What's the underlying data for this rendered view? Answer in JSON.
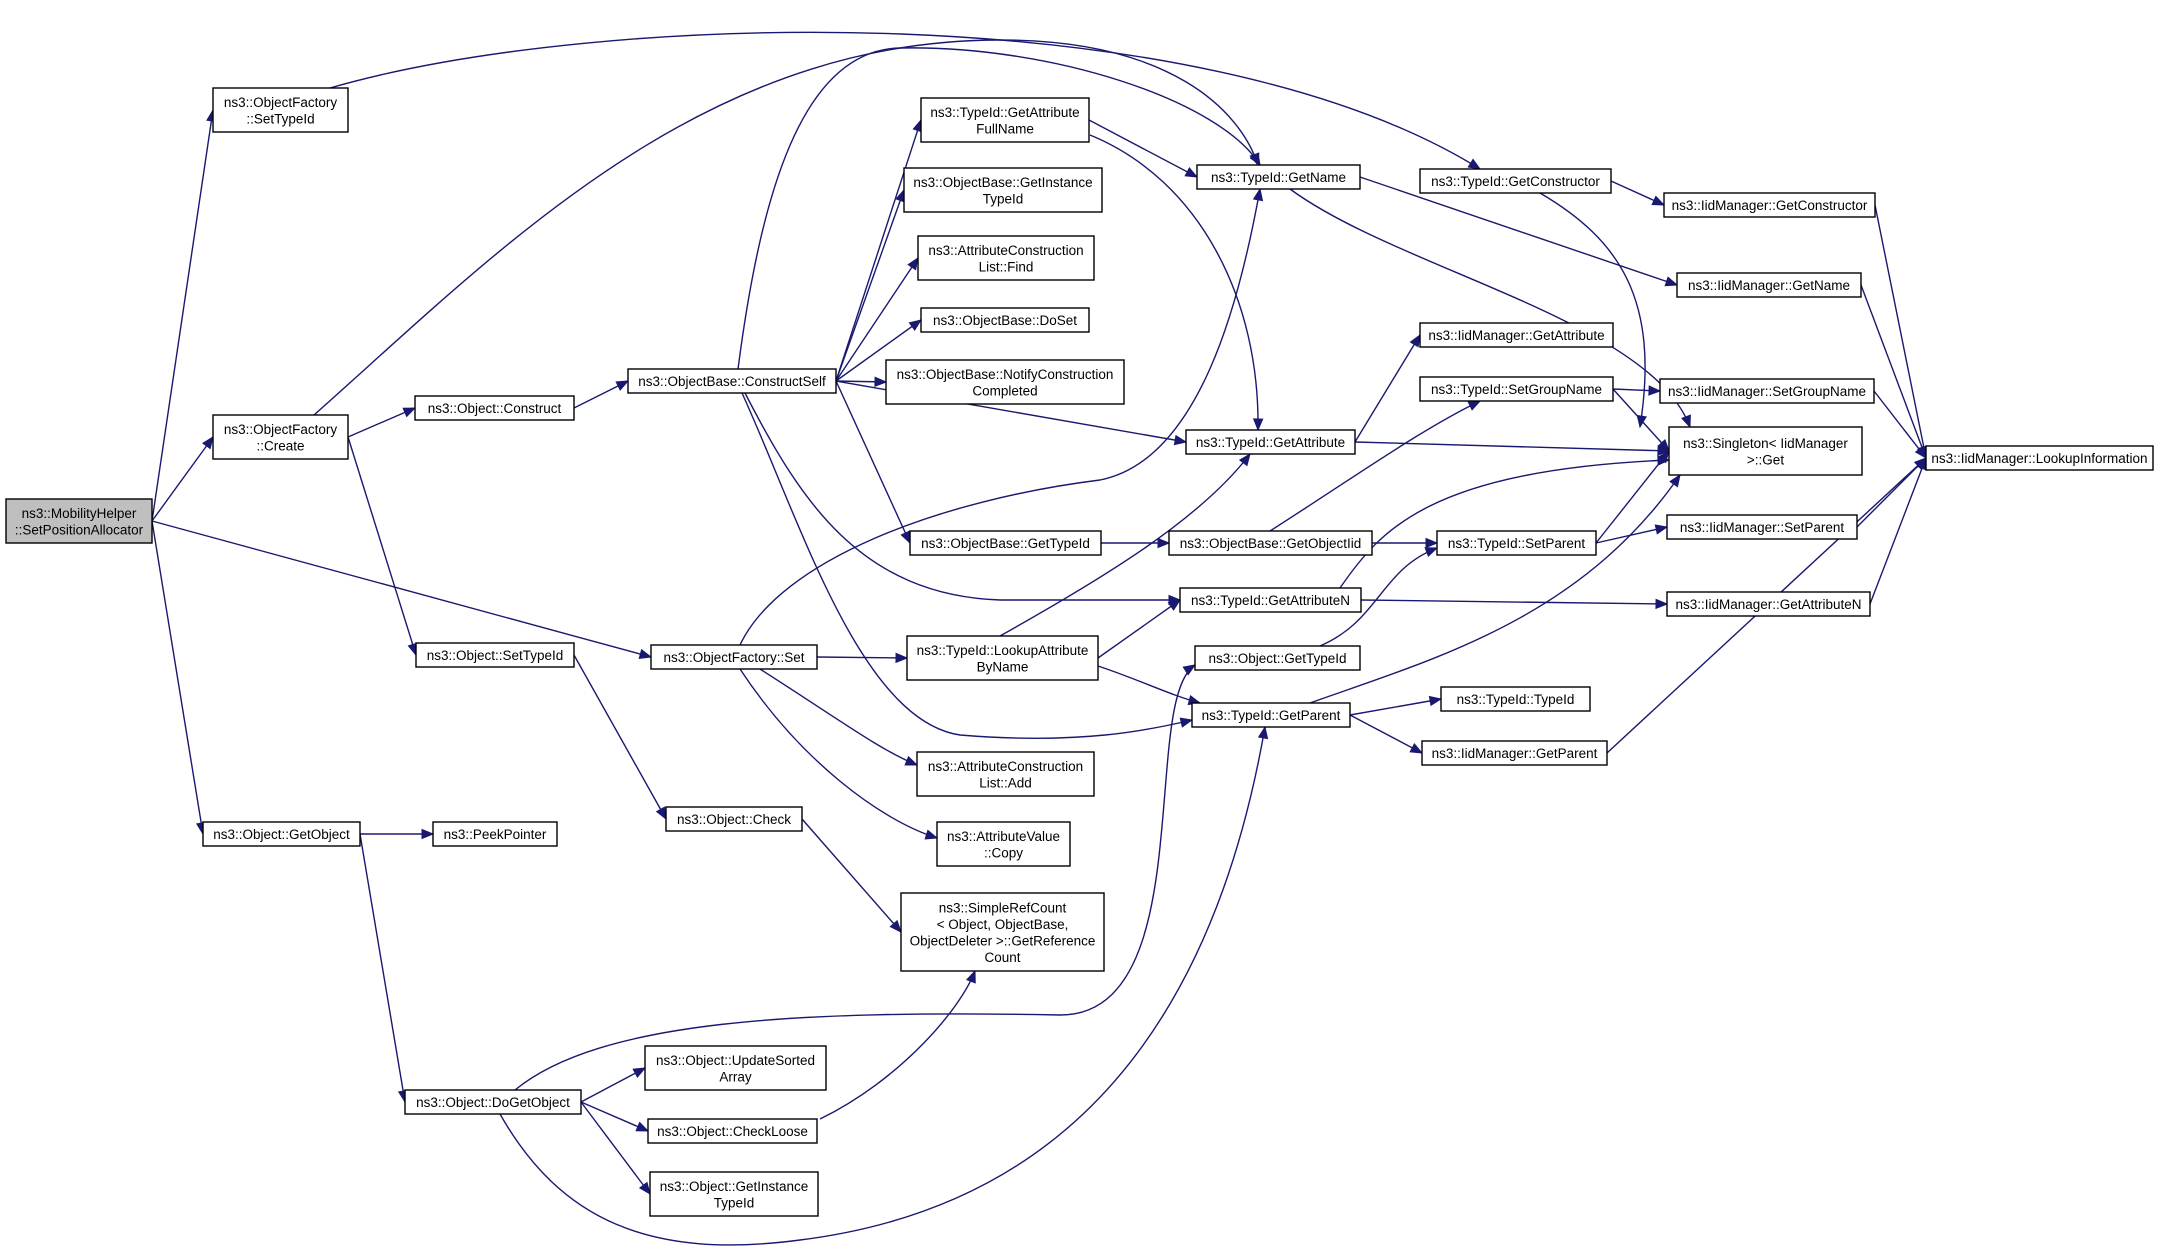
{
  "nodes": [
    {
      "id": "root",
      "lines": [
        "ns3::MobilityHelper",
        "::SetPositionAllocator"
      ]
    },
    {
      "id": "of_settypeid",
      "lines": [
        "ns3::ObjectFactory",
        "::SetTypeId"
      ]
    },
    {
      "id": "of_create",
      "lines": [
        "ns3::ObjectFactory",
        "::Create"
      ]
    },
    {
      "id": "obj_construct",
      "lines": [
        "ns3::Object::Construct"
      ]
    },
    {
      "id": "ob_constructself",
      "lines": [
        "ns3::ObjectBase::ConstructSelf"
      ]
    },
    {
      "id": "tid_getattrfullname",
      "lines": [
        "ns3::TypeId::GetAttribute",
        "FullName"
      ]
    },
    {
      "id": "ob_getinstancetypeid",
      "lines": [
        "ns3::ObjectBase::GetInstance",
        "TypeId"
      ]
    },
    {
      "id": "acl_find",
      "lines": [
        "ns3::AttributeConstruction",
        "List::Find"
      ]
    },
    {
      "id": "ob_doset",
      "lines": [
        "ns3::ObjectBase::DoSet"
      ]
    },
    {
      "id": "ob_notify",
      "lines": [
        "ns3::ObjectBase::NotifyConstruction",
        "Completed"
      ]
    },
    {
      "id": "ob_gettypeid",
      "lines": [
        "ns3::ObjectBase::GetTypeId"
      ]
    },
    {
      "id": "tid_getname",
      "lines": [
        "ns3::TypeId::GetName"
      ]
    },
    {
      "id": "tid_getconstructor",
      "lines": [
        "ns3::TypeId::GetConstructor"
      ]
    },
    {
      "id": "iid_getconstructor",
      "lines": [
        "ns3::IidManager::GetConstructor"
      ]
    },
    {
      "id": "iid_getname",
      "lines": [
        "ns3::IidManager::GetName"
      ]
    },
    {
      "id": "iid_getattribute",
      "lines": [
        "ns3::IidManager::GetAttribute"
      ]
    },
    {
      "id": "tid_setgroupname",
      "lines": [
        "ns3::TypeId::SetGroupName"
      ]
    },
    {
      "id": "iid_setgroupname",
      "lines": [
        "ns3::IidManager::SetGroupName"
      ]
    },
    {
      "id": "tid_getattribute",
      "lines": [
        "ns3::TypeId::GetAttribute"
      ]
    },
    {
      "id": "singleton_get",
      "lines": [
        "ns3::Singleton< IidManager",
        ">::Get"
      ]
    },
    {
      "id": "iid_lookupinfo",
      "lines": [
        "ns3::IidManager::LookupInformation"
      ]
    },
    {
      "id": "ob_getobjectiid",
      "lines": [
        "ns3::ObjectBase::GetObjectIid"
      ]
    },
    {
      "id": "tid_setparent",
      "lines": [
        "ns3::TypeId::SetParent"
      ]
    },
    {
      "id": "iid_setparent",
      "lines": [
        "ns3::IidManager::SetParent"
      ]
    },
    {
      "id": "tid_getattributen",
      "lines": [
        "ns3::TypeId::GetAttributeN"
      ]
    },
    {
      "id": "iid_getattributen",
      "lines": [
        "ns3::IidManager::GetAttributeN"
      ]
    },
    {
      "id": "obj_settypeid",
      "lines": [
        "ns3::Object::SetTypeId"
      ]
    },
    {
      "id": "of_set",
      "lines": [
        "ns3::ObjectFactory::Set"
      ]
    },
    {
      "id": "tid_lookupattr",
      "lines": [
        "ns3::TypeId::LookupAttribute",
        "ByName"
      ]
    },
    {
      "id": "obj_gettypeid",
      "lines": [
        "ns3::Object::GetTypeId"
      ]
    },
    {
      "id": "tid_getparent",
      "lines": [
        "ns3::TypeId::GetParent"
      ]
    },
    {
      "id": "tid_typeid",
      "lines": [
        "ns3::TypeId::TypeId"
      ]
    },
    {
      "id": "iid_getparent",
      "lines": [
        "ns3::IidManager::GetParent"
      ]
    },
    {
      "id": "acl_add",
      "lines": [
        "ns3::AttributeConstruction",
        "List::Add"
      ]
    },
    {
      "id": "av_copy",
      "lines": [
        "ns3::AttributeValue",
        "::Copy"
      ]
    },
    {
      "id": "obj_check",
      "lines": [
        "ns3::Object::Check"
      ]
    },
    {
      "id": "obj_getobject",
      "lines": [
        "ns3::Object::GetObject"
      ]
    },
    {
      "id": "peekpointer",
      "lines": [
        "ns3::PeekPointer"
      ]
    },
    {
      "id": "simplerefcount",
      "lines": [
        "ns3::SimpleRefCount",
        "< Object, ObjectBase,",
        "ObjectDeleter >::GetReference",
        "Count"
      ]
    },
    {
      "id": "obj_dogetobject",
      "lines": [
        "ns3::Object::DoGetObject"
      ]
    },
    {
      "id": "obj_updatesorted",
      "lines": [
        "ns3::Object::UpdateSorted",
        "Array"
      ]
    },
    {
      "id": "obj_checkloose",
      "lines": [
        "ns3::Object::CheckLoose"
      ]
    },
    {
      "id": "obj_getinstancetypeid",
      "lines": [
        "ns3::Object::GetInstance",
        "TypeId"
      ]
    }
  ],
  "edges": [
    [
      "root",
      "of_settypeid"
    ],
    [
      "root",
      "of_create"
    ],
    [
      "root",
      "of_set"
    ],
    [
      "root",
      "obj_getobject"
    ],
    [
      "of_settypeid",
      "tid_getconstructor"
    ],
    [
      "of_create",
      "obj_construct"
    ],
    [
      "of_create",
      "obj_settypeid"
    ],
    [
      "of_create",
      "tid_getname"
    ],
    [
      "obj_construct",
      "ob_constructself"
    ],
    [
      "ob_constructself",
      "tid_getattrfullname"
    ],
    [
      "ob_constructself",
      "ob_getinstancetypeid"
    ],
    [
      "ob_constructself",
      "acl_find"
    ],
    [
      "ob_constructself",
      "ob_doset"
    ],
    [
      "ob_constructself",
      "ob_notify"
    ],
    [
      "ob_constructself",
      "tid_getattribute"
    ],
    [
      "ob_constructself",
      "ob_gettypeid"
    ],
    [
      "ob_constructself",
      "tid_getattributen"
    ],
    [
      "ob_constructself",
      "tid_getparent"
    ],
    [
      "ob_constructself",
      "tid_getname"
    ],
    [
      "tid_getattrfullname",
      "tid_getname"
    ],
    [
      "tid_getattrfullname",
      "tid_getattribute"
    ],
    [
      "tid_getname",
      "iid_getname"
    ],
    [
      "tid_getname",
      "singleton_get"
    ],
    [
      "tid_getconstructor",
      "iid_getconstructor"
    ],
    [
      "tid_getconstructor",
      "singleton_get"
    ],
    [
      "iid_getconstructor",
      "iid_lookupinfo"
    ],
    [
      "iid_getname",
      "iid_lookupinfo"
    ],
    [
      "tid_getattribute",
      "iid_getattribute"
    ],
    [
      "tid_getattribute",
      "singleton_get"
    ],
    [
      "ob_gettypeid",
      "ob_getobjectiid"
    ],
    [
      "ob_getobjectiid",
      "tid_setgroupname"
    ],
    [
      "ob_getobjectiid",
      "tid_setparent"
    ],
    [
      "tid_setgroupname",
      "iid_setgroupname"
    ],
    [
      "tid_setgroupname",
      "singleton_get"
    ],
    [
      "iid_setgroupname",
      "iid_lookupinfo"
    ],
    [
      "tid_setparent",
      "iid_setparent"
    ],
    [
      "tid_setparent",
      "singleton_get"
    ],
    [
      "iid_setparent",
      "iid_lookupinfo"
    ],
    [
      "tid_getattributen",
      "iid_getattributen"
    ],
    [
      "tid_getattributen",
      "singleton_get"
    ],
    [
      "iid_getattributen",
      "iid_lookupinfo"
    ],
    [
      "obj_settypeid",
      "obj_check"
    ],
    [
      "of_set",
      "tid_lookupattr"
    ],
    [
      "of_set",
      "acl_add"
    ],
    [
      "of_set",
      "av_copy"
    ],
    [
      "of_set",
      "tid_getname"
    ],
    [
      "tid_lookupattr",
      "tid_getattribute"
    ],
    [
      "tid_lookupattr",
      "tid_getattributen"
    ],
    [
      "tid_lookupattr",
      "tid_getparent"
    ],
    [
      "obj_gettypeid",
      "tid_setparent"
    ],
    [
      "tid_getparent",
      "tid_typeid"
    ],
    [
      "tid_getparent",
      "iid_getparent"
    ],
    [
      "tid_getparent",
      "singleton_get"
    ],
    [
      "iid_getparent",
      "iid_lookupinfo"
    ],
    [
      "obj_check",
      "simplerefcount"
    ],
    [
      "obj_getobject",
      "peekpointer"
    ],
    [
      "obj_getobject",
      "obj_dogetobject"
    ],
    [
      "obj_dogetobject",
      "obj_updatesorted"
    ],
    [
      "obj_dogetobject",
      "obj_checkloose"
    ],
    [
      "obj_dogetobject",
      "obj_getinstancetypeid"
    ],
    [
      "obj_dogetobject",
      "obj_gettypeid"
    ],
    [
      "obj_dogetobject",
      "tid_getparent"
    ],
    [
      "obj_checkloose",
      "simplerefcount"
    ]
  ],
  "colors": {
    "edge": "#191970",
    "root_fill": "#bfbfbf",
    "node_fill": "#ffffff",
    "border": "#000000"
  }
}
